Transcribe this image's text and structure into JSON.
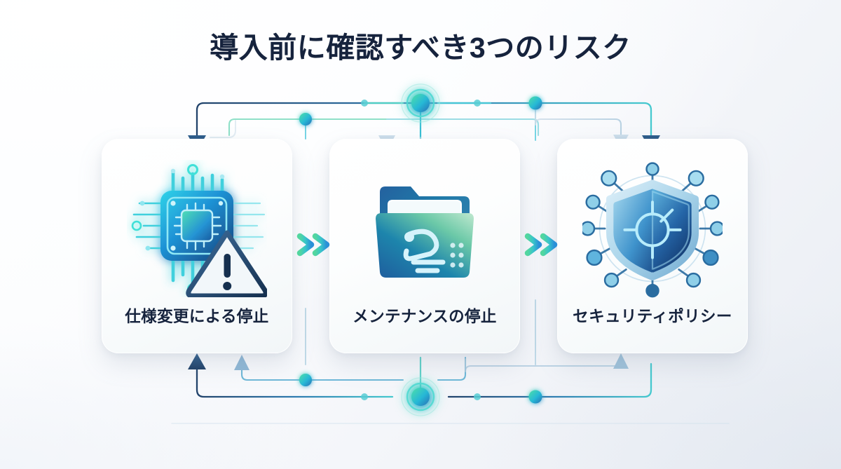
{
  "page": {
    "title": "導入前に確認すべき3つのリスク",
    "background_from": "#ffffff",
    "background_to": "#e9edf3",
    "title_color": "#16233d"
  },
  "theme": {
    "accent_cyan": "#35d1e8",
    "accent_green": "#3fd6a8",
    "accent_blue": "#2b7fc4",
    "deep_navy": "#1f3a5f",
    "line_light": "#c3d3e0"
  },
  "cards": [
    {
      "id": "card-1",
      "label": "仕様変更による停止",
      "icon": "cpu-chip-warning-icon",
      "icon_colors": {
        "chip": "#1f7fc6",
        "glow": "#3fe0e8",
        "warning": "#1d3f66"
      }
    },
    {
      "id": "card-2",
      "label": "メンテナンスの停止",
      "icon": "maintenance-folder-icon",
      "icon_colors": {
        "folder_from": "#2264a8",
        "folder_to": "#8fd9a8",
        "tool": "#d8f4fb"
      }
    },
    {
      "id": "card-3",
      "label": "セキュリティポリシー",
      "icon": "security-shield-network-icon",
      "icon_colors": {
        "shield_from": "#7fc6e8",
        "shield_to": "#1f4f96",
        "node": "#4aa8d8"
      }
    }
  ],
  "connectors": {
    "chevron_1": "double-chevron-right-icon",
    "chevron_2": "double-chevron-right-icon",
    "hub_top": "network-hub-node",
    "hub_bottom": "network-hub-node",
    "node_count": 8,
    "arrow_count": 6
  }
}
